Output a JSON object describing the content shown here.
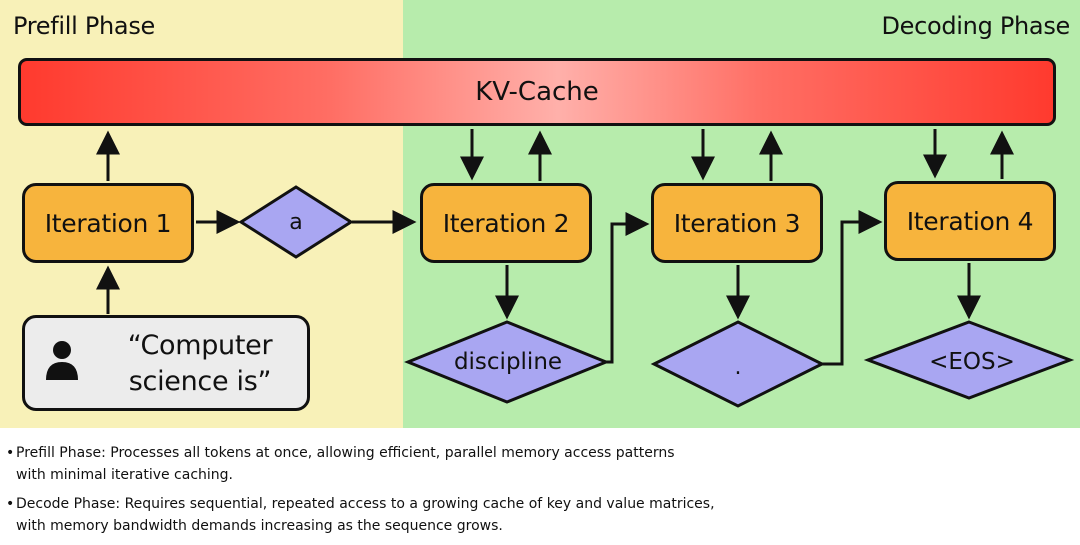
{
  "phases": {
    "prefill_title": "Prefill Phase",
    "decode_title": "Decoding Phase"
  },
  "kv_cache": {
    "label": "KV-Cache"
  },
  "iterations": [
    "Iteration 1",
    "Iteration 2",
    "Iteration 3",
    "Iteration 4"
  ],
  "prompt": {
    "line1": "“Computer",
    "line2": "science is”"
  },
  "tokens": {
    "iteration_1": "a",
    "iteration_2": "discipline",
    "iteration_3": ".",
    "iteration_4": "<EOS>"
  },
  "notes": {
    "bullet": "•",
    "prefill_line1": "Prefill Phase: Processes all tokens at once, allowing efficient, parallel memory access patterns",
    "prefill_line2": "with minimal iterative caching.",
    "decode_line1": "Decode Phase: Requires sequential, repeated access to a growing cache of key and value matrices,",
    "decode_line2": "with memory bandwidth demands increasing as the sequence grows."
  },
  "colors": {
    "prefill_background": "#f8f1b8",
    "decode_background": "#b7ecac",
    "kv_cache_red": "#ff3a2e",
    "iteration_orange": "#f7b43d",
    "token_purple": "#a9a6f2",
    "prompt_gray": "#ececec"
  },
  "icons": {
    "user": "user-icon"
  }
}
